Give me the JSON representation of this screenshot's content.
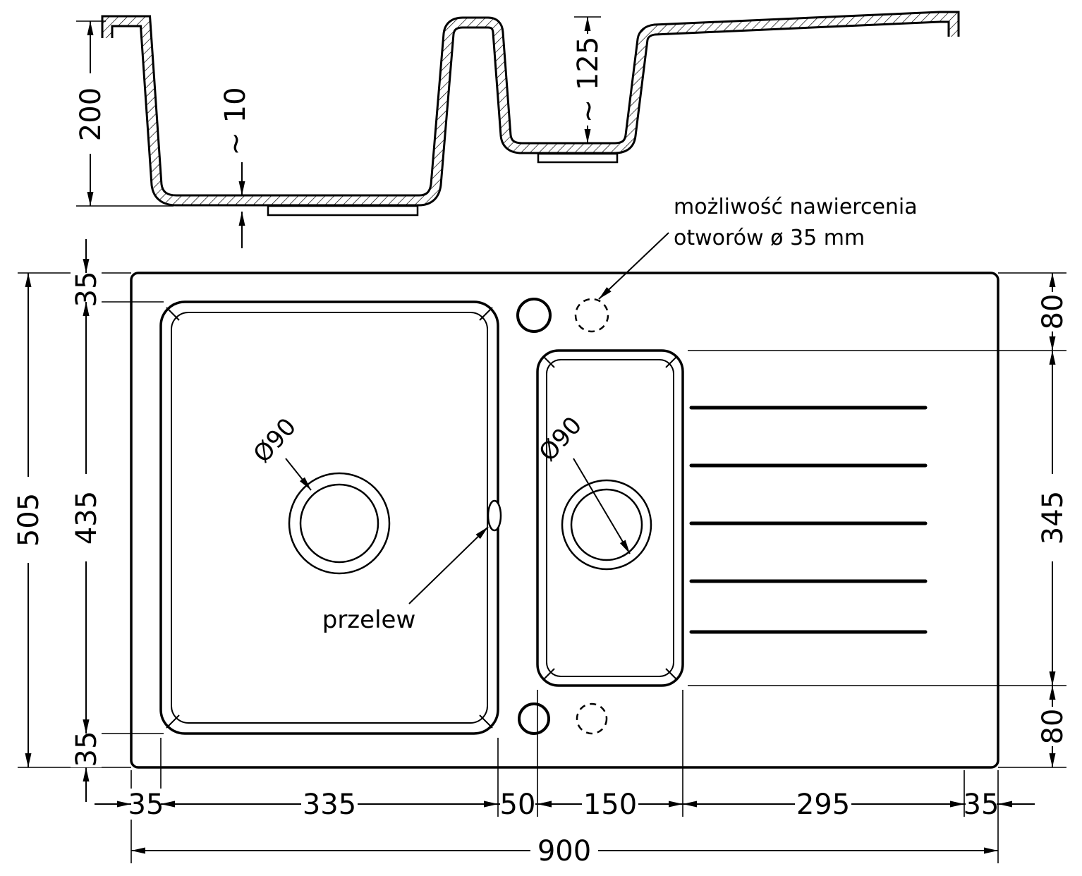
{
  "labels": {
    "drill_note_line1": "możliwość nawiercenia",
    "drill_note_line2": "otworów ø 35 mm",
    "overflow": "przelew",
    "main_drain_diameter": "Ø90",
    "small_drain_diameter": "Ø90"
  },
  "section_view": {
    "total_depth": "200",
    "bottom_thickness": "~ 10",
    "small_bowl_depth": "~ 125"
  },
  "plan_view": {
    "overall_width": "900",
    "overall_depth": "505",
    "left_margin_top": "35",
    "main_bowl_length": "435",
    "left_margin_bottom": "35",
    "right_top_offset": "80",
    "small_bowl_length": "345",
    "right_bottom_offset": "80",
    "bottom_chain": [
      "35",
      "335",
      "50",
      "150",
      "295",
      "35"
    ]
  }
}
